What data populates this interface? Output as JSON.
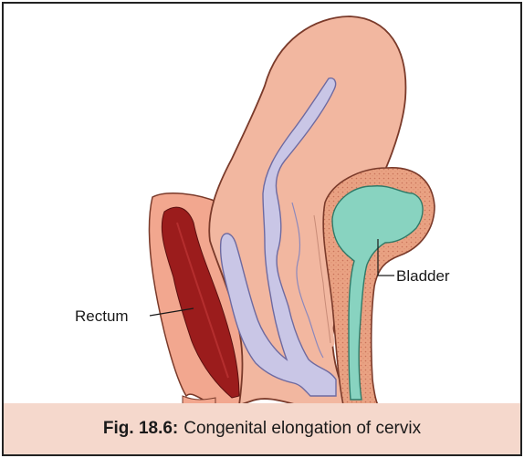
{
  "figure": {
    "labels": {
      "rectum": "Rectum",
      "bladder": "Bladder"
    },
    "caption": {
      "number": "Fig. 18.6:",
      "text": "Congenital elongation of cervix"
    },
    "colors": {
      "uterus_tissue": "#f2b7a0",
      "uterus_outline": "#7a3a2a",
      "cavity": "#c9c6e6",
      "rectum_outer": "#f2a78f",
      "rectum_inner": "#9b1c1c",
      "bladder_wall": "#e8a07f",
      "bladder_lumen": "#88d3c0",
      "caption_bg": "#f5d8cc"
    }
  }
}
